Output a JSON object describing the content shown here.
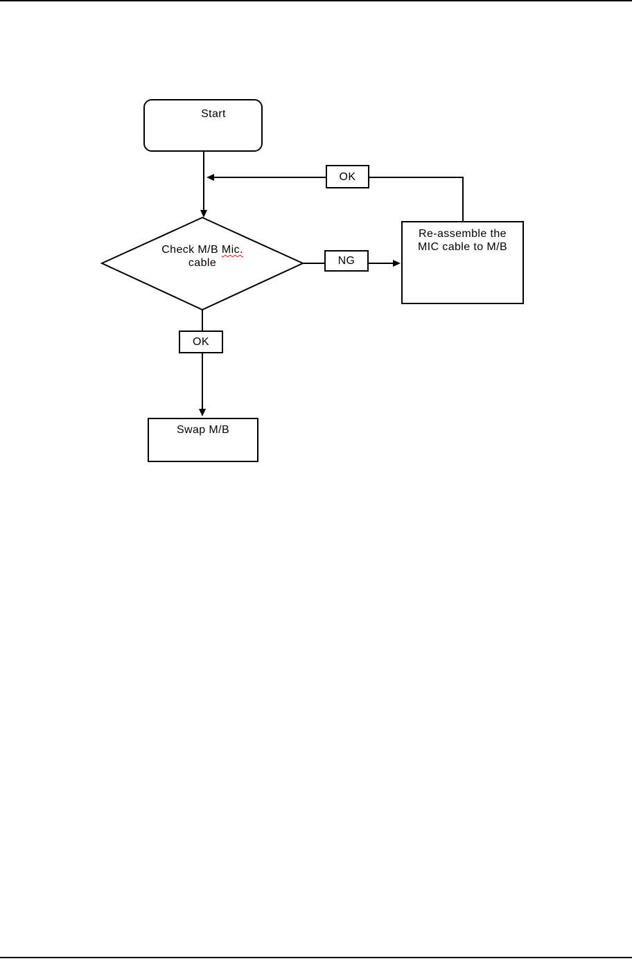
{
  "page": {
    "background_color": "#ffffff",
    "rule_color": "#000000",
    "line_color": "#000000",
    "text_color": "#000000",
    "spellcheck_underline_color": "#ff0000"
  },
  "flowchart": {
    "nodes": {
      "start": {
        "shape": "rounded-rectangle",
        "label": "Start"
      },
      "decision": {
        "shape": "diamond",
        "label": "Check M/B Mic. cable",
        "line1_prefix": "Check M/B ",
        "line1_word": "Mic.",
        "line2": "cable"
      },
      "ok_feedback": {
        "shape": "rectangle",
        "label": "OK"
      },
      "ng": {
        "shape": "rectangle",
        "label": "NG"
      },
      "reassemble": {
        "shape": "rectangle",
        "label": "Re-assemble the MIC cable to M/B",
        "line1": "Re-assemble the",
        "line2": "MIC cable to M/B"
      },
      "ok_down": {
        "shape": "rectangle",
        "label": "OK"
      },
      "swap": {
        "shape": "rectangle",
        "label": "Swap M/B"
      }
    },
    "edges": [
      {
        "from": "start",
        "to": "decision",
        "label": ""
      },
      {
        "from": "decision",
        "to": "reassemble",
        "label": "NG"
      },
      {
        "from": "reassemble",
        "to": "start-decision-line",
        "label": "OK"
      },
      {
        "from": "decision",
        "to": "swap",
        "label": "OK"
      }
    ]
  }
}
